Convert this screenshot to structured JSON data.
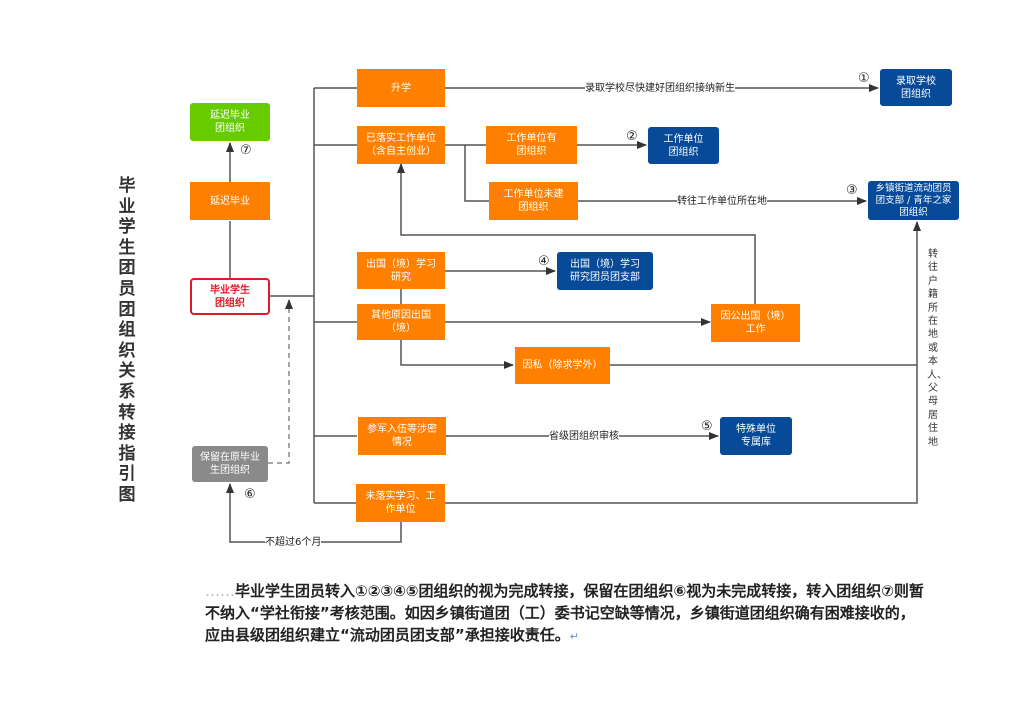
{
  "title": "毕业学生团员团组织关系转接指引图",
  "nodes": {
    "graduate_org": "毕业学生\n团组织",
    "delay_grad": "延迟毕业",
    "delay_grad_org": "延迟毕业\n团组织",
    "retain_org": "保留在原毕业\n生团组织",
    "further_study": "升学",
    "employed": "已落实工作单位\n（含自主创业）",
    "employer_has_org": "工作单位有\n团组织",
    "employer_no_org": "工作单位未建\n团组织",
    "abroad_study": "出国（境）学习\n研究",
    "abroad_other": "其他原因出国\n（境）",
    "abroad_official": "因公出国（境）\n工作",
    "abroad_private": "因私（除求学外）",
    "military": "参军入伍等涉密\n情况",
    "unemployed": "未落实学习、工\n作单位",
    "dest_school": "录取学校\n团组织",
    "dest_employer": "工作单位\n团组织",
    "dest_township": "乡镇街道流动团员\n团支部 / 青年之家\n团组织",
    "dest_abroad_branch": "出国（境）学习\n研究团员团支部",
    "dest_special": "特殊单位\n专属库"
  },
  "edge_labels": {
    "school": "录取学校尽快建好团组织接纳新生",
    "workplace": "转往工作单位所在地",
    "provincial": "省级团组织审核",
    "six_months": "不超过6个月",
    "hukou": "转往户籍所在地或本人、父母居住地"
  },
  "markers": {
    "m1": "①",
    "m2": "②",
    "m3": "③",
    "m4": "④",
    "m5": "⑤",
    "m6": "⑥",
    "m7": "⑦"
  },
  "note": {
    "leader": "……",
    "text": "毕业学生团员转入①②③④⑤团组织的视为完成转接，保留在团组织⑥视为未完成转接，转入团组织⑦则暂不纳入“学社衔接”考核范围。如因乡镇街道团（工）委书记空缺等情况，乡镇街道团组织确有困难接收的，应由县级团组织建立“流动团员团支部”承担接收责任。",
    "return_mark": "↵"
  },
  "colors": {
    "process": "#ff8000",
    "destination": "#064a98",
    "delayed": "#66cc00",
    "retained": "#8a8a8a",
    "start_border": "#e0192a"
  }
}
